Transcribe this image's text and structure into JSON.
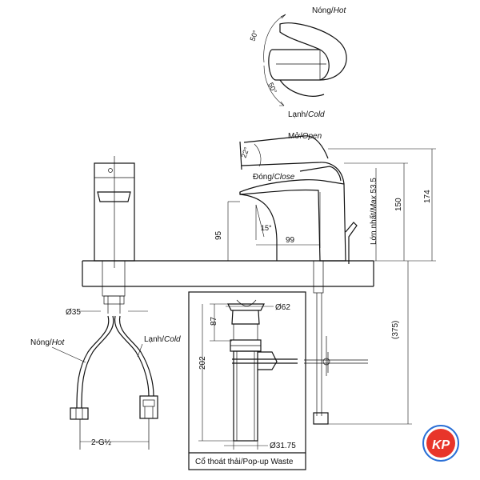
{
  "top_view": {
    "hot": "Nóng/",
    "hot_en": "Hot",
    "cold": "Lạnh/",
    "cold_en": "Cold",
    "angle_upper": "50°",
    "angle_lower": "50°"
  },
  "side_view": {
    "open": "Mở/",
    "open_en": "Open",
    "close": "Đóng/",
    "close_en": "Close",
    "angle_lever": "22°",
    "angle_spout": "15°",
    "max_label": "Lớn nhất/",
    "max_en": "Max",
    "max_value": "53.5",
    "dim_height_spout": "95",
    "dim_reach": "99",
    "dim_150": "150",
    "dim_174": "174",
    "dim_375": "(375)"
  },
  "front_view": {
    "dia_35": "Ø35",
    "hot": "Nóng/",
    "hot_en": "Hot",
    "cold": "Lạnh/",
    "cold_en": "Cold",
    "thread": "2-G½"
  },
  "waste": {
    "dia_62": "Ø62",
    "dia_3175": "Ø31.75",
    "dim_87": "87",
    "dim_202": "202",
    "caption": "Cổ thoát thải/Pop-up Waste"
  },
  "logo": {
    "text": "KP",
    "color": "#e8352a",
    "accent": "#2a6fd6"
  }
}
